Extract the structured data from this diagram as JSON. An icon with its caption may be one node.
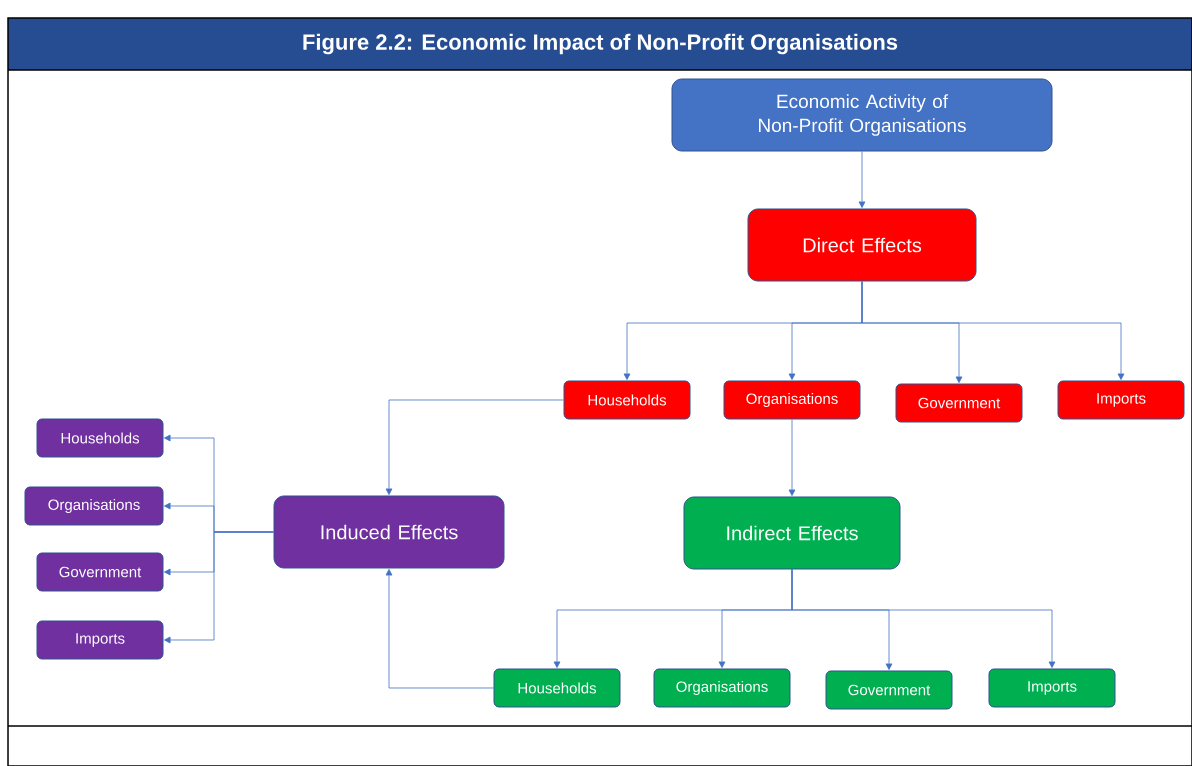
{
  "diagram": {
    "title": "Figure 2.2: Economic Impact of Non-Profit Organisations",
    "nodes": [
      {
        "text": [
          "Economic Activity of Non-Profit Organisations"
        ]
      },
      {
        "text": [
          "Direct Effects"
        ]
      },
      {
        "text": [
          "Households"
        ]
      },
      {
        "text": [
          "Organisations"
        ]
      },
      {
        "text": [
          "Government"
        ]
      },
      {
        "text": [
          "Imports"
        ]
      },
      {
        "text": [
          "Induced Effects"
        ]
      },
      {
        "text": [
          "Indirect Effects"
        ]
      },
      {
        "text": [
          "Households"
        ]
      },
      {
        "text": [
          "Organisations"
        ]
      },
      {
        "text": [
          "Government"
        ]
      },
      {
        "text": [
          "Imports"
        ]
      },
      {
        "text": [
          "Households"
        ]
      },
      {
        "text": [
          "Organisations"
        ]
      },
      {
        "text": [
          "Government"
        ]
      },
      {
        "text": [
          "Imports"
        ]
      }
    ],
    "edges": [
      {
        "from": 0,
        "to": 1,
        "arrow": "to"
      },
      {
        "from": 1,
        "to": 2,
        "arrow": "to"
      },
      {
        "from": 1,
        "to": 3,
        "arrow": "to"
      },
      {
        "from": 1,
        "to": 4,
        "arrow": "to"
      },
      {
        "from": 1,
        "to": 5,
        "arrow": "to"
      },
      {
        "from": 2,
        "to": 6,
        "arrow": "to"
      },
      {
        "from": 3,
        "to": 7,
        "arrow": "to"
      },
      {
        "from": 6,
        "to": 8,
        "arrow": "to"
      },
      {
        "from": 6,
        "to": 9,
        "arrow": "to"
      },
      {
        "from": 6,
        "to": 10,
        "arrow": "to"
      },
      {
        "from": 6,
        "to": 11,
        "arrow": "to"
      },
      {
        "from": 7,
        "to": 12,
        "arrow": "to"
      },
      {
        "from": 7,
        "to": 13,
        "arrow": "to"
      },
      {
        "from": 7,
        "to": 14,
        "arrow": "to"
      },
      {
        "from": 7,
        "to": 15,
        "arrow": "to"
      },
      {
        "from": 12,
        "to": 6,
        "arrow": "to"
      }
    ]
  }
}
